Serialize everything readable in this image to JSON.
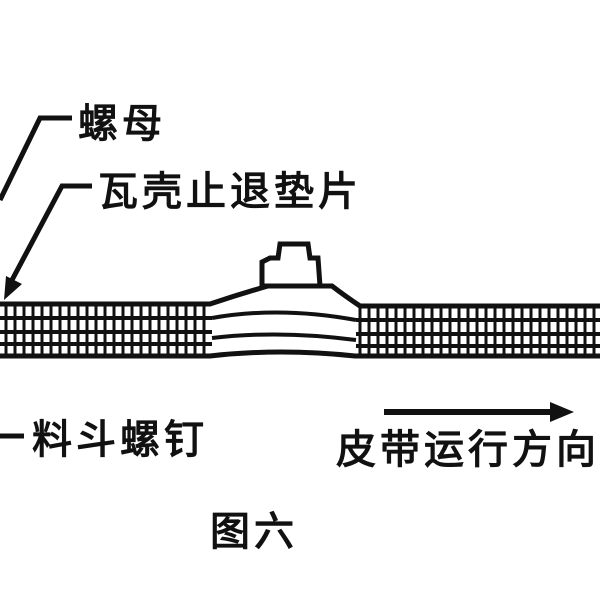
{
  "labels": {
    "nut": "螺母",
    "washer": "瓦壳止退垫片",
    "bolt": "料斗螺钉",
    "direction": "皮带运行方向",
    "figure": "图六"
  },
  "colors": {
    "ink": "#111111",
    "background": "#ffffff"
  }
}
